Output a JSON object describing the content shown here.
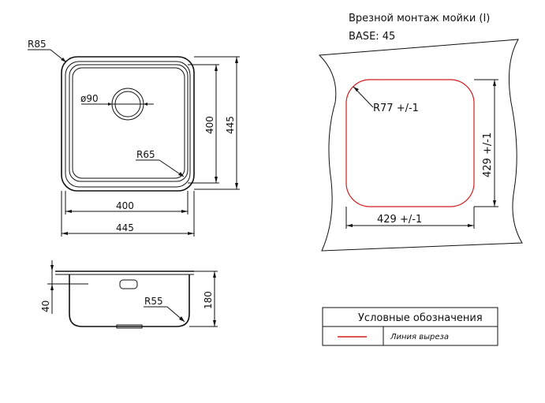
{
  "title": {
    "line1": "Врезной монтаж мойки (I)",
    "line2": "BASE:  45"
  },
  "top_view": {
    "r_outer": "R85",
    "r_inner": "R65",
    "drain": "ø90",
    "inner_width": "400",
    "outer_width": "445",
    "inner_height": "400",
    "outer_height": "445"
  },
  "side_view": {
    "depth_label": "40",
    "height_label": "180",
    "radius": "R55"
  },
  "cutout": {
    "radius": "R77  +/-1",
    "width": "429    +/-1",
    "height": "429    +/-1"
  },
  "legend": {
    "title": "Условные обозначения",
    "item": "Линия выреза",
    "line_color": "#d21f1f"
  }
}
